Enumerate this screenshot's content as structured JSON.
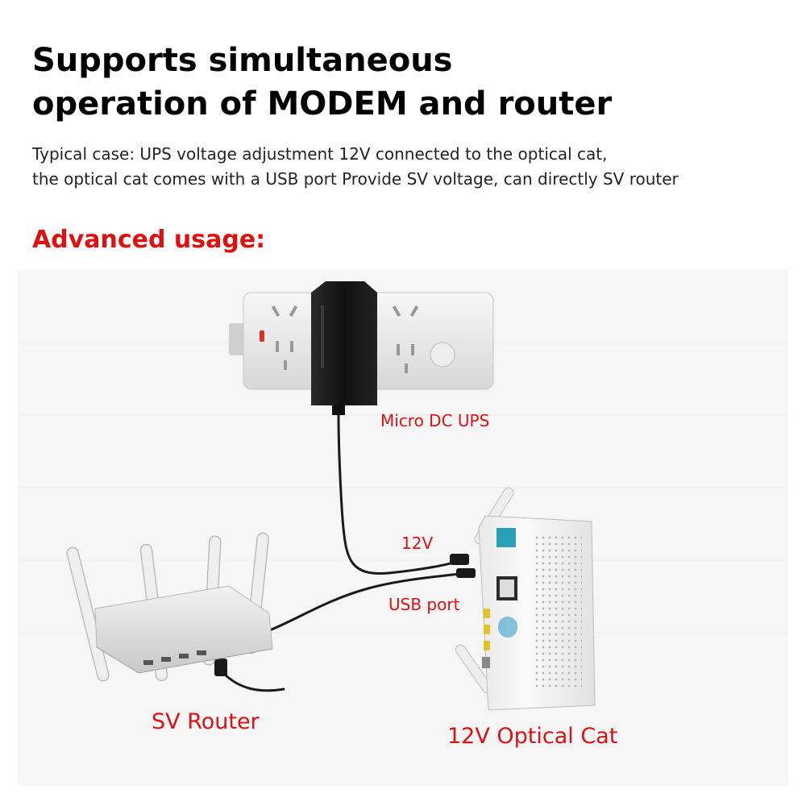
{
  "headline": {
    "line1": "Supports simultaneous",
    "line2": "operation of MODEM and router"
  },
  "description": {
    "line1": "Typical case: UPS voltage adjustment 12V connected to the optical cat,",
    "line2": "the optical cat comes with a USB port Provide SV voltage, can directly SV router"
  },
  "section_title": "Advanced usage:",
  "labels": {
    "ups": "Micro DC UPS",
    "v12": "12V",
    "usb_port": "USB port",
    "router": "SV Router",
    "optical_cat": "12V Optical Cat"
  },
  "colors": {
    "label_red": "#e01010",
    "device_white": "#f4f4f4",
    "adapter_black": "#1a1a1a"
  },
  "icons": [
    "power-strip-icon",
    "ups-adapter-icon",
    "router-icon",
    "optical-modem-icon",
    "cable-icon"
  ]
}
